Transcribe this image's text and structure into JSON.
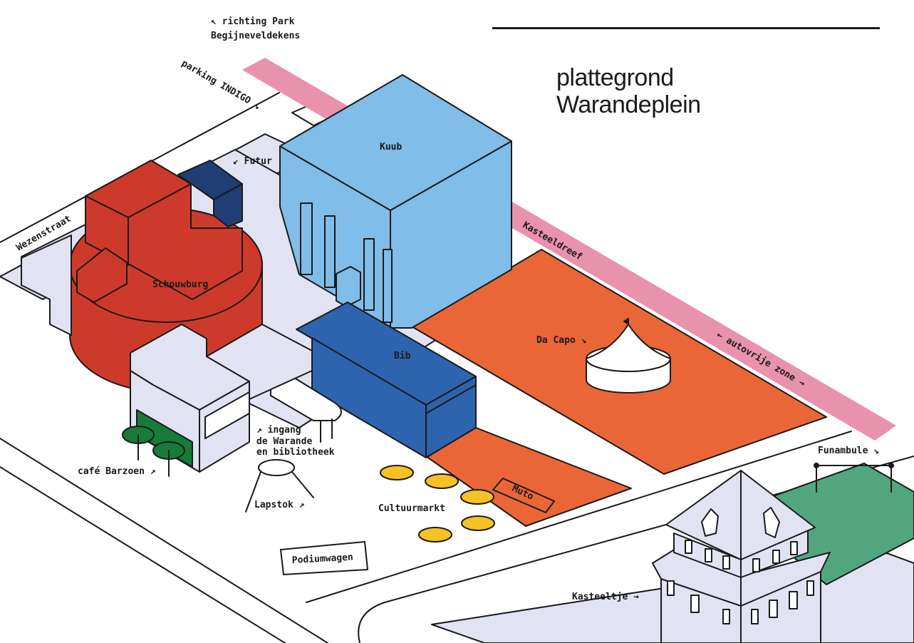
{
  "title": {
    "line1": "plattegrond",
    "line2": "Warandeplein"
  },
  "colors": {
    "outline": "#1a1a1a",
    "paving": "#e1e3f3",
    "kuub": "#80bde8",
    "schouwburg": "#cd3a2b",
    "futur": "#1f3e73",
    "bib": "#2e63ad",
    "square": "#ea6637",
    "autovrije_zone": "#e992ad",
    "grass": "#52a67f",
    "cafe_green": "#177b3a",
    "stands": "#f6c224",
    "tent": "#ffffff"
  },
  "labels": {
    "park": "↖ richting Park",
    "park2": "Begijneveldekens",
    "parking": "parking INDIGO ↘",
    "futur": "↙ Futur",
    "wezenstraat": "Wezenstraat",
    "kuub": "Kuub",
    "schouwburg": "Schouwburg",
    "bib": "Bib",
    "kasteeldreef": "Kasteeldreef",
    "dacapo": "Da Capo ↘",
    "autovrij": "← autovrije zone →",
    "funambule": "Funambule ↘",
    "ingang1": "↗ ingang",
    "ingang2": "de Warande",
    "ingang3": "en bibliotheek",
    "cafe": "café Barzoen ↗",
    "lapstok": "Lapstok ↗",
    "cultuurmarkt": "Cultuurmarkt",
    "muto": "Muto",
    "podiumwagen": "Podiumwagen",
    "kasteeltje": "Kasteeltje →"
  }
}
